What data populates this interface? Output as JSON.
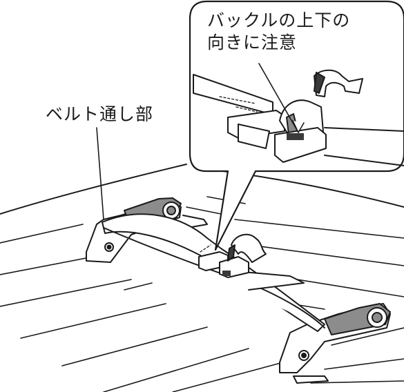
{
  "callout": {
    "line1": "バックルの上下の",
    "line2": "向きに注意"
  },
  "labels": {
    "belt_pass": "ベルト通し部"
  },
  "colors": {
    "line": "#1a1a1a",
    "fill_white": "#ffffff",
    "fill_gray": "#8c8c8c",
    "fill_dark": "#3a3a3a"
  },
  "icons": [
    "rotate-arrow-icon",
    "rotate-arrow-icon"
  ]
}
